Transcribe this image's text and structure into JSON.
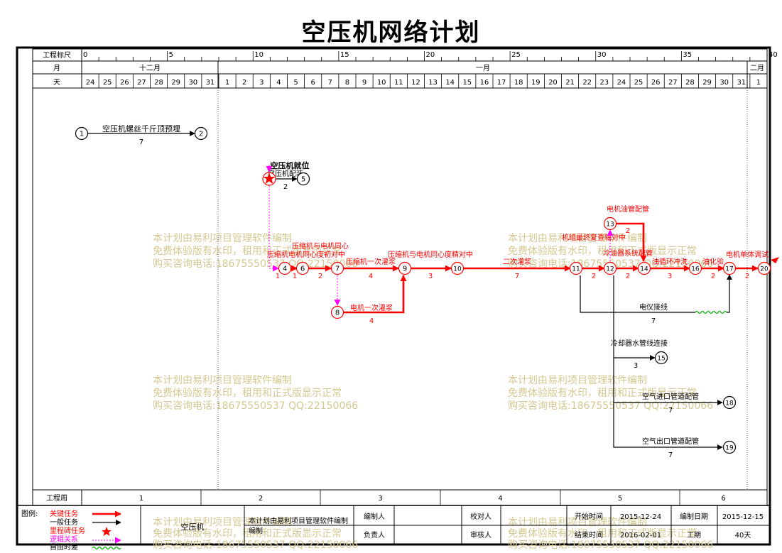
{
  "title": "空压机网络计划",
  "header": {
    "scale_label": "工程标尺",
    "month_label": "月",
    "day_label": "天",
    "scale_ticks": [
      "0",
      "5",
      "10",
      "15",
      "20",
      "25",
      "30",
      "35",
      "40"
    ],
    "months": [
      "十二月",
      "一月",
      "二月"
    ],
    "days": [
      "24",
      "25",
      "26",
      "27",
      "28",
      "29",
      "30",
      "31",
      "1",
      "2",
      "3",
      "4",
      "5",
      "6",
      "7",
      "8",
      "9",
      "10",
      "11",
      "12",
      "13",
      "14",
      "15",
      "16",
      "17",
      "18",
      "19",
      "20",
      "21",
      "22",
      "23",
      "24",
      "25",
      "26",
      "27",
      "28",
      "29",
      "30",
      "31",
      "1"
    ]
  },
  "colors": {
    "critical": "#ff0000",
    "normal": "#000000",
    "logic": "#ff00ff",
    "float": "#00aa00",
    "watermark": "#d4c890"
  },
  "nodes": [
    "1",
    "2",
    "4",
    "5",
    "6",
    "7",
    "8",
    "9",
    "10",
    "11",
    "12",
    "13",
    "14",
    "15",
    "16",
    "17",
    "18",
    "19",
    "20"
  ],
  "tasks": [
    {
      "name": "空压机螺丝千斤顶预埋",
      "duration": "7"
    },
    {
      "name": "空压机就位",
      "duration": "2"
    },
    {
      "name": "空压机配装",
      "duration": ""
    },
    {
      "name": "压缩机电机同心度初对中",
      "duration": "1"
    },
    {
      "name": "压缩机与电机同心",
      "duration": "2"
    },
    {
      "name": "压缩机一次灌浆",
      "duration": "4"
    },
    {
      "name": "压缩机与电机同心度精对中",
      "duration": "3"
    },
    {
      "name": "二次灌浆",
      "duration": "7"
    },
    {
      "name": "电机一次灌浆",
      "duration": "4"
    },
    {
      "name": "机组最终复查轴对中",
      "duration": "2"
    },
    {
      "name": "电机油管配管",
      "duration": "2"
    },
    {
      "name": "冷油器系统配管",
      "duration": "2"
    },
    {
      "name": "油循环冲洗",
      "duration": "3"
    },
    {
      "name": "油化验",
      "duration": "2"
    },
    {
      "name": "电机单体调试",
      "duration": "2"
    },
    {
      "name": "电仪接线",
      "duration": "7"
    },
    {
      "name": "冷却器水管线连接",
      "duration": "3"
    },
    {
      "name": "空气进口管道配管",
      "duration": "7"
    },
    {
      "name": "空气出口管道配管",
      "duration": "7"
    }
  ],
  "watermark": {
    "line1": "本计划由易利项目管理软件编制",
    "line2": "免费体验版有水印，租用和正式版显示正常",
    "line3": "购买咨询电话:18675550537 QQ:22150066"
  },
  "weeks": {
    "label": "工程周",
    "values": [
      "1",
      "2",
      "3",
      "4",
      "5",
      "6"
    ]
  },
  "legend": {
    "label": "图例:",
    "items": [
      "关键任务",
      "一般任务",
      "里程碑任务",
      "逻辑关系",
      "自由时差"
    ]
  },
  "footer": {
    "project": "空压机",
    "software": "本计划由易利项目管理软件编制",
    "editor_label": "编制人",
    "checker_label": "校对人",
    "start_label": "开始时间",
    "start_value": "2015-12-24",
    "compile_date_label": "编制日期",
    "compile_date_value": "2015-12-15",
    "manager_label": "负责人",
    "reviewer_label": "审核人",
    "end_label": "结束时间",
    "end_value": "2016-02-01",
    "duration_label": "工期",
    "duration_value": "40天"
  }
}
